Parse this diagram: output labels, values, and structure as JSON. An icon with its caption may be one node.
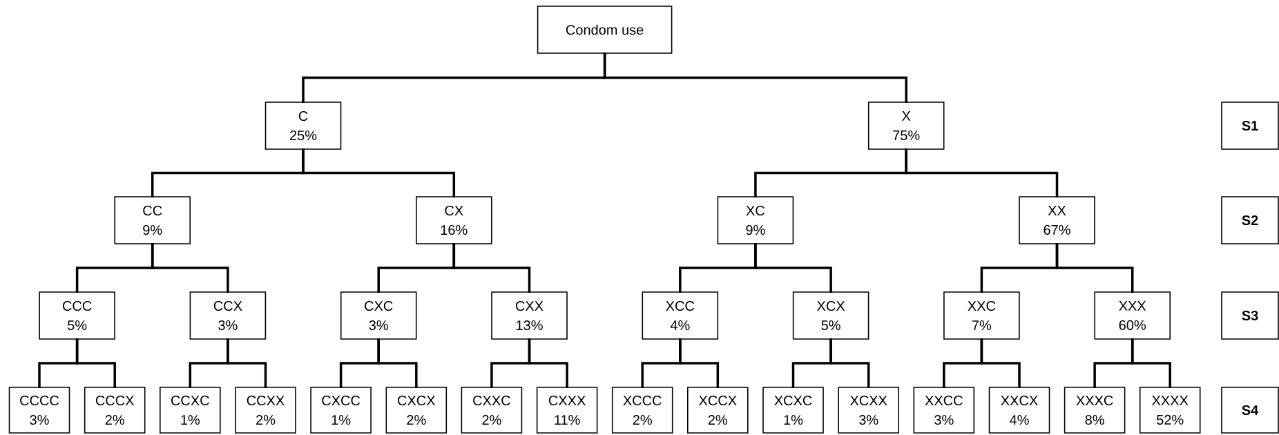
{
  "diagram": {
    "nodes": [
      {
        "text": [
          "Condom use"
        ]
      },
      {
        "text": [
          "C",
          "25%"
        ]
      },
      {
        "text": [
          "X",
          "75%"
        ]
      },
      {
        "text": [
          "S1"
        ]
      },
      {
        "text": [
          "CC",
          "9%"
        ]
      },
      {
        "text": [
          "CX",
          "16%"
        ]
      },
      {
        "text": [
          "XC",
          "9%"
        ]
      },
      {
        "text": [
          "XX",
          "67%"
        ]
      },
      {
        "text": [
          "S2"
        ]
      },
      {
        "text": [
          "CCC",
          "5%"
        ]
      },
      {
        "text": [
          "CCX",
          "3%"
        ]
      },
      {
        "text": [
          "CXC",
          "3%"
        ]
      },
      {
        "text": [
          "CXX",
          "13%"
        ]
      },
      {
        "text": [
          "XCC",
          "4%"
        ]
      },
      {
        "text": [
          "XCX",
          "5%"
        ]
      },
      {
        "text": [
          "XXC",
          "7%"
        ]
      },
      {
        "text": [
          "XXX",
          "60%"
        ]
      },
      {
        "text": [
          "S3"
        ]
      },
      {
        "text": [
          "CCCC",
          "3%"
        ]
      },
      {
        "text": [
          "CCCX",
          "2%"
        ]
      },
      {
        "text": [
          "CCXC",
          "1%"
        ]
      },
      {
        "text": [
          "CCXX",
          "2%"
        ]
      },
      {
        "text": [
          "CXCC",
          "1%"
        ]
      },
      {
        "text": [
          "CXCX",
          "2%"
        ]
      },
      {
        "text": [
          "CXXC",
          "2%"
        ]
      },
      {
        "text": [
          "CXXX",
          "11%"
        ]
      },
      {
        "text": [
          "XCCC",
          "2%"
        ]
      },
      {
        "text": [
          "XCCX",
          "2%"
        ]
      },
      {
        "text": [
          "XCXC",
          "1%"
        ]
      },
      {
        "text": [
          "XCXX",
          "3%"
        ]
      },
      {
        "text": [
          "XXCC",
          "3%"
        ]
      },
      {
        "text": [
          "XXCX",
          "4%"
        ]
      },
      {
        "text": [
          "XXXC",
          "8%"
        ]
      },
      {
        "text": [
          "XXXX",
          "52%"
        ]
      },
      {
        "text": [
          "S4"
        ]
      }
    ],
    "edges": [
      {
        "from": 0,
        "to": 1,
        "arrow": "none"
      },
      {
        "from": 0,
        "to": 2,
        "arrow": "none"
      },
      {
        "from": 1,
        "to": 4,
        "arrow": "none"
      },
      {
        "from": 1,
        "to": 5,
        "arrow": "none"
      },
      {
        "from": 2,
        "to": 6,
        "arrow": "none"
      },
      {
        "from": 2,
        "to": 7,
        "arrow": "none"
      },
      {
        "from": 4,
        "to": 9,
        "arrow": "none"
      },
      {
        "from": 4,
        "to": 10,
        "arrow": "none"
      },
      {
        "from": 5,
        "to": 11,
        "arrow": "none"
      },
      {
        "from": 5,
        "to": 12,
        "arrow": "none"
      },
      {
        "from": 6,
        "to": 13,
        "arrow": "none"
      },
      {
        "from": 6,
        "to": 14,
        "arrow": "none"
      },
      {
        "from": 7,
        "to": 15,
        "arrow": "none"
      },
      {
        "from": 7,
        "to": 16,
        "arrow": "none"
      },
      {
        "from": 9,
        "to": 18,
        "arrow": "none"
      },
      {
        "from": 9,
        "to": 19,
        "arrow": "none"
      },
      {
        "from": 10,
        "to": 20,
        "arrow": "none"
      },
      {
        "from": 10,
        "to": 21,
        "arrow": "none"
      },
      {
        "from": 11,
        "to": 22,
        "arrow": "none"
      },
      {
        "from": 11,
        "to": 23,
        "arrow": "none"
      },
      {
        "from": 12,
        "to": 24,
        "arrow": "none"
      },
      {
        "from": 12,
        "to": 25,
        "arrow": "none"
      },
      {
        "from": 13,
        "to": 26,
        "arrow": "none"
      },
      {
        "from": 13,
        "to": 27,
        "arrow": "none"
      },
      {
        "from": 14,
        "to": 28,
        "arrow": "none"
      },
      {
        "from": 14,
        "to": 29,
        "arrow": "none"
      },
      {
        "from": 15,
        "to": 30,
        "arrow": "none"
      },
      {
        "from": 15,
        "to": 31,
        "arrow": "none"
      },
      {
        "from": 16,
        "to": 32,
        "arrow": "none"
      },
      {
        "from": 16,
        "to": 33,
        "arrow": "none"
      }
    ]
  }
}
